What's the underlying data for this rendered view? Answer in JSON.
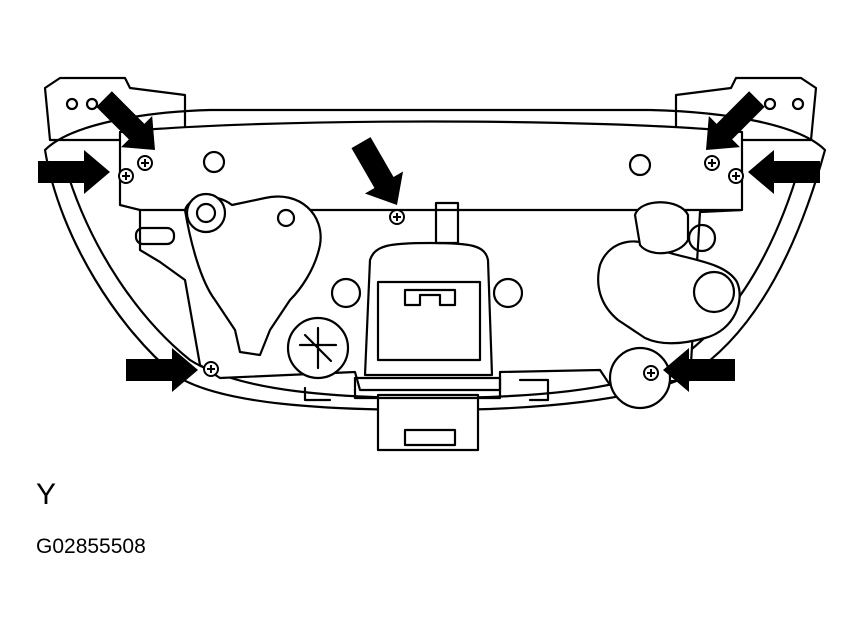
{
  "figure": {
    "view_label": "Y",
    "figure_id": "G02855508"
  },
  "screws": {
    "count": 7
  },
  "arrows": {
    "count": 7
  },
  "colors": {
    "ink": "#000000",
    "paper": "#ffffff"
  }
}
